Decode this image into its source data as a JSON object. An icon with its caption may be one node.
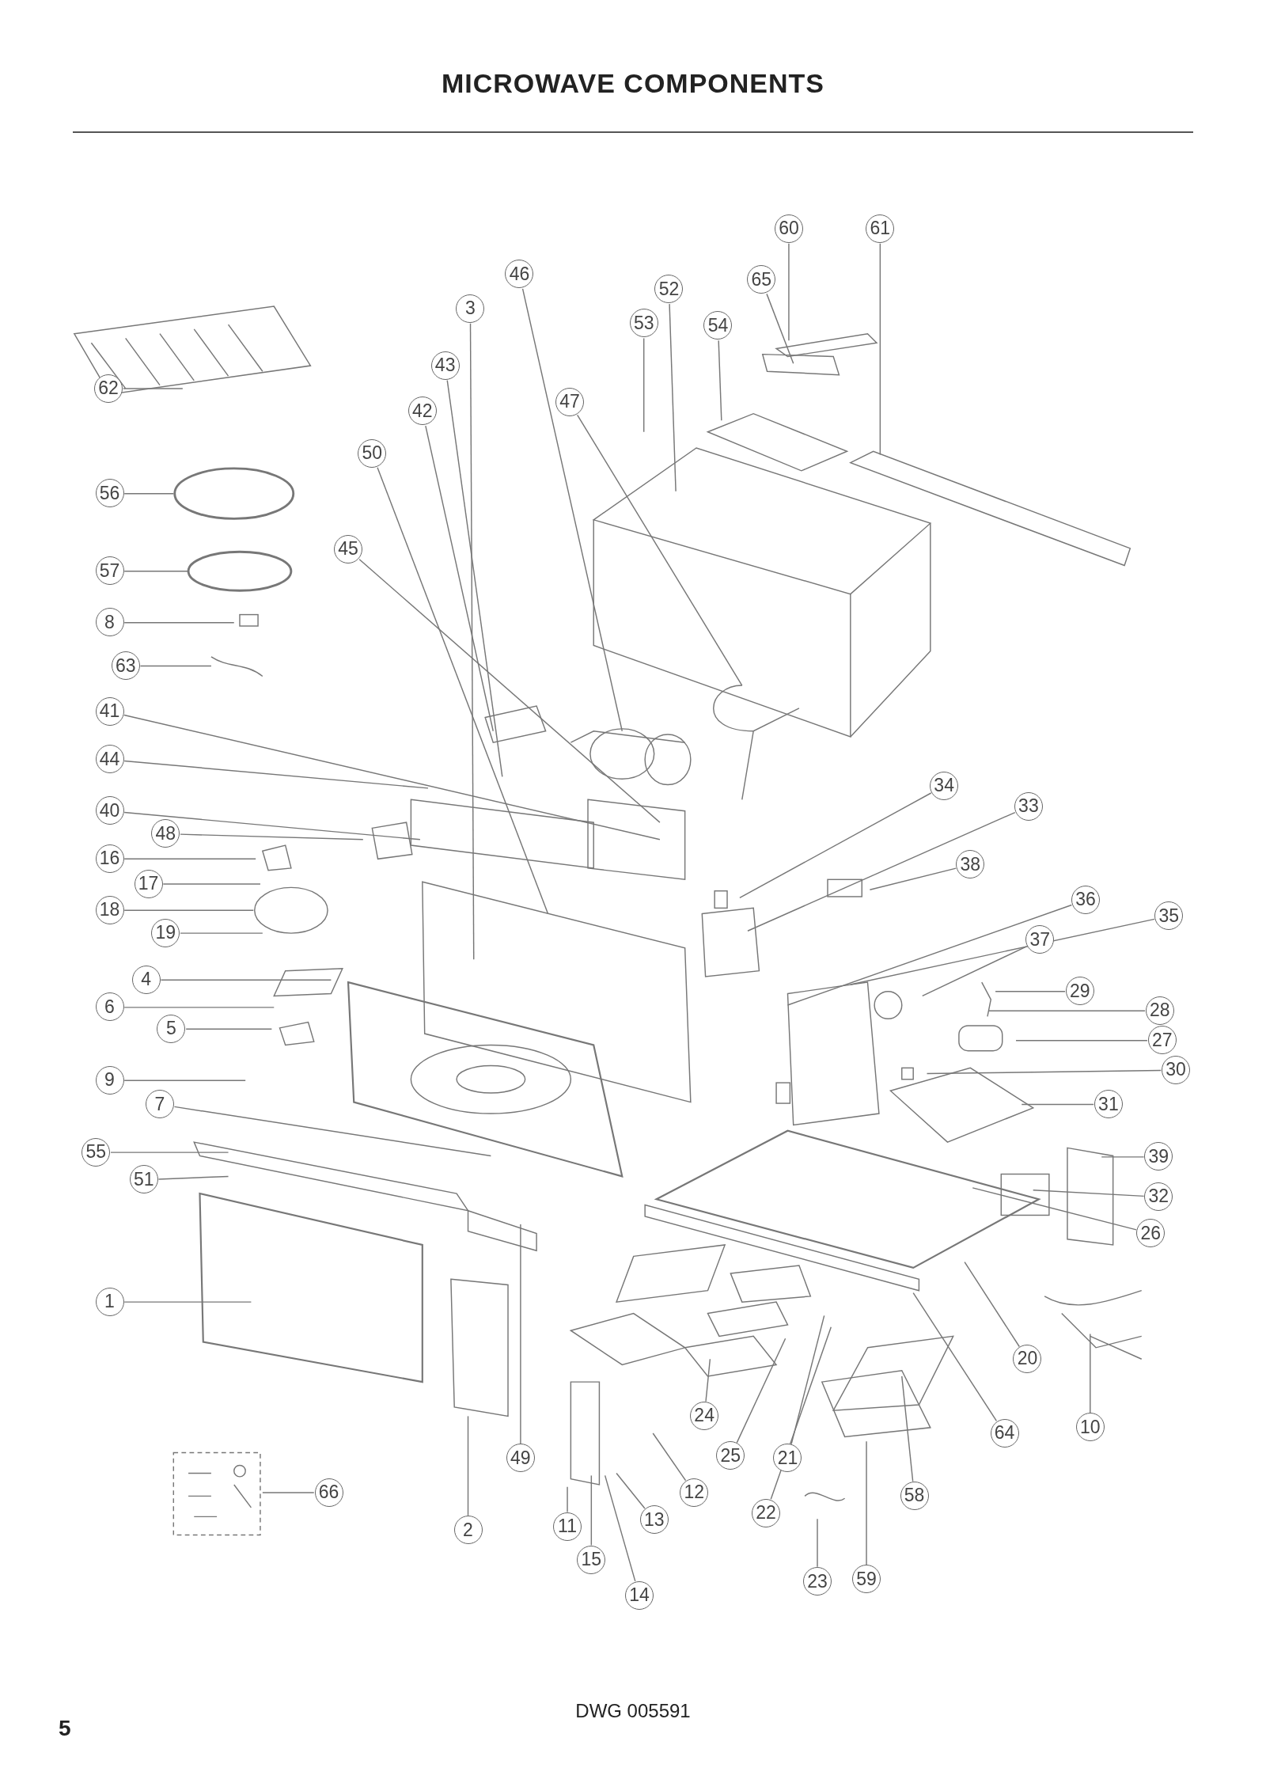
{
  "diagram": {
    "title": "MICROWAVE COMPONENTS",
    "nodes": [
      {
        "text": [
          "60"
        ]
      },
      {
        "text": [
          "61"
        ]
      },
      {
        "text": [
          "46"
        ]
      },
      {
        "text": [
          "65"
        ]
      },
      {
        "text": [
          "52"
        ]
      },
      {
        "text": [
          "3"
        ]
      },
      {
        "text": [
          "53"
        ]
      },
      {
        "text": [
          "54"
        ]
      },
      {
        "text": [
          "43"
        ]
      },
      {
        "text": [
          "62"
        ]
      },
      {
        "text": [
          "42"
        ]
      },
      {
        "text": [
          "47"
        ]
      },
      {
        "text": [
          "50"
        ]
      },
      {
        "text": [
          "56"
        ]
      },
      {
        "text": [
          "57"
        ]
      },
      {
        "text": [
          "45"
        ]
      },
      {
        "text": [
          "8"
        ]
      },
      {
        "text": [
          "63"
        ]
      },
      {
        "text": [
          "41"
        ]
      },
      {
        "text": [
          "44"
        ]
      },
      {
        "text": [
          "34"
        ]
      },
      {
        "text": [
          "40"
        ]
      },
      {
        "text": [
          "33"
        ]
      },
      {
        "text": [
          "48"
        ]
      },
      {
        "text": [
          "16"
        ]
      },
      {
        "text": [
          "38"
        ]
      },
      {
        "text": [
          "17"
        ]
      },
      {
        "text": [
          "36"
        ]
      },
      {
        "text": [
          "18"
        ]
      },
      {
        "text": [
          "35"
        ]
      },
      {
        "text": [
          "19"
        ]
      },
      {
        "text": [
          "37"
        ]
      },
      {
        "text": [
          "4"
        ]
      },
      {
        "text": [
          "29"
        ]
      },
      {
        "text": [
          "6"
        ]
      },
      {
        "text": [
          "28"
        ]
      },
      {
        "text": [
          "5"
        ]
      },
      {
        "text": [
          "27"
        ]
      },
      {
        "text": [
          "30"
        ]
      },
      {
        "text": [
          "9"
        ]
      },
      {
        "text": [
          "31"
        ]
      },
      {
        "text": [
          "7"
        ]
      },
      {
        "text": [
          "55"
        ]
      },
      {
        "text": [
          "39"
        ]
      },
      {
        "text": [
          "51"
        ]
      },
      {
        "text": [
          "32"
        ]
      },
      {
        "text": [
          "26"
        ]
      },
      {
        "text": [
          "1"
        ]
      },
      {
        "text": [
          "20"
        ]
      },
      {
        "text": [
          "64"
        ]
      },
      {
        "text": [
          "10"
        ]
      },
      {
        "text": [
          "24"
        ]
      },
      {
        "text": [
          "25"
        ]
      },
      {
        "text": [
          "21"
        ]
      },
      {
        "text": [
          "49"
        ]
      },
      {
        "text": [
          "12"
        ]
      },
      {
        "text": [
          "66"
        ]
      },
      {
        "text": [
          "58"
        ]
      },
      {
        "text": [
          "22"
        ]
      },
      {
        "text": [
          "13"
        ]
      },
      {
        "text": [
          "2"
        ]
      },
      {
        "text": [
          "11"
        ]
      },
      {
        "text": [
          "15"
        ]
      },
      {
        "text": [
          "23"
        ]
      },
      {
        "text": [
          "59"
        ]
      },
      {
        "text": [
          "14"
        ]
      }
    ],
    "edges": [
      {
        "from": 0,
        "to": null,
        "arrow": "none"
      },
      {
        "from": 1,
        "to": null,
        "arrow": "none"
      },
      {
        "from": 2,
        "to": null,
        "arrow": "none"
      },
      {
        "from": 3,
        "to": null,
        "arrow": "none"
      },
      {
        "from": 4,
        "to": null,
        "arrow": "none"
      },
      {
        "from": 5,
        "to": null,
        "arrow": "none"
      },
      {
        "from": 6,
        "to": null,
        "arrow": "none"
      },
      {
        "from": 7,
        "to": null,
        "arrow": "none"
      },
      {
        "from": 8,
        "to": null,
        "arrow": "none"
      },
      {
        "from": 9,
        "to": null,
        "arrow": "none"
      },
      {
        "from": 10,
        "to": null,
        "arrow": "none"
      },
      {
        "from": 11,
        "to": null,
        "arrow": "none"
      },
      {
        "from": 12,
        "to": null,
        "arrow": "none"
      },
      {
        "from": 13,
        "to": null,
        "arrow": "none"
      },
      {
        "from": 14,
        "to": null,
        "arrow": "none"
      },
      {
        "from": 15,
        "to": null,
        "arrow": "none"
      },
      {
        "from": 16,
        "to": null,
        "arrow": "none"
      },
      {
        "from": 17,
        "to": null,
        "arrow": "none"
      },
      {
        "from": 18,
        "to": null,
        "arrow": "none"
      },
      {
        "from": 19,
        "to": null,
        "arrow": "none"
      },
      {
        "from": 20,
        "to": null,
        "arrow": "none"
      },
      {
        "from": 21,
        "to": null,
        "arrow": "none"
      },
      {
        "from": 22,
        "to": null,
        "arrow": "none"
      },
      {
        "from": 23,
        "to": null,
        "arrow": "none"
      },
      {
        "from": 24,
        "to": null,
        "arrow": "none"
      },
      {
        "from": 25,
        "to": null,
        "arrow": "none"
      },
      {
        "from": 26,
        "to": null,
        "arrow": "none"
      },
      {
        "from": 27,
        "to": null,
        "arrow": "none"
      },
      {
        "from": 28,
        "to": null,
        "arrow": "none"
      },
      {
        "from": 29,
        "to": null,
        "arrow": "none"
      },
      {
        "from": 30,
        "to": null,
        "arrow": "none"
      },
      {
        "from": 31,
        "to": null,
        "arrow": "none"
      },
      {
        "from": 32,
        "to": null,
        "arrow": "none"
      },
      {
        "from": 33,
        "to": null,
        "arrow": "none"
      },
      {
        "from": 34,
        "to": null,
        "arrow": "none"
      },
      {
        "from": 35,
        "to": null,
        "arrow": "none"
      },
      {
        "from": 36,
        "to": null,
        "arrow": "none"
      },
      {
        "from": 37,
        "to": null,
        "arrow": "none"
      },
      {
        "from": 38,
        "to": null,
        "arrow": "none"
      },
      {
        "from": 39,
        "to": null,
        "arrow": "none"
      },
      {
        "from": 40,
        "to": null,
        "arrow": "none"
      },
      {
        "from": 41,
        "to": null,
        "arrow": "none"
      },
      {
        "from": 42,
        "to": null,
        "arrow": "none"
      },
      {
        "from": 43,
        "to": null,
        "arrow": "none"
      },
      {
        "from": 44,
        "to": null,
        "arrow": "none"
      },
      {
        "from": 45,
        "to": null,
        "arrow": "none"
      },
      {
        "from": 46,
        "to": null,
        "arrow": "none"
      },
      {
        "from": 47,
        "to": null,
        "arrow": "none"
      },
      {
        "from": 48,
        "to": null,
        "arrow": "none"
      },
      {
        "from": 49,
        "to": null,
        "arrow": "none"
      },
      {
        "from": 50,
        "to": null,
        "arrow": "none"
      },
      {
        "from": 51,
        "to": null,
        "arrow": "none"
      },
      {
        "from": 52,
        "to": null,
        "arrow": "none"
      },
      {
        "from": 53,
        "to": null,
        "arrow": "none"
      },
      {
        "from": 54,
        "to": null,
        "arrow": "none"
      },
      {
        "from": 55,
        "to": null,
        "arrow": "none"
      },
      {
        "from": 56,
        "to": null,
        "arrow": "none"
      },
      {
        "from": 57,
        "to": null,
        "arrow": "none"
      },
      {
        "from": 58,
        "to": null,
        "arrow": "none"
      },
      {
        "from": 59,
        "to": null,
        "arrow": "none"
      },
      {
        "from": 60,
        "to": null,
        "arrow": "none"
      },
      {
        "from": 61,
        "to": null,
        "arrow": "none"
      },
      {
        "from": 62,
        "to": null,
        "arrow": "none"
      },
      {
        "from": 63,
        "to": null,
        "arrow": "none"
      },
      {
        "from": 64,
        "to": null,
        "arrow": "none"
      },
      {
        "from": 65,
        "to": null,
        "arrow": "none"
      }
    ],
    "labels": [
      "DWG 005591",
      "5"
    ]
  }
}
